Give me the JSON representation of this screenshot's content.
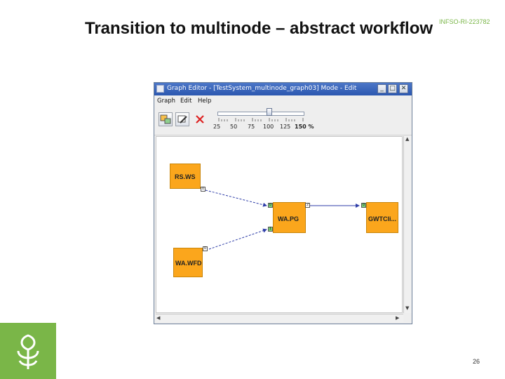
{
  "slide": {
    "title": "Transition to multinode – abstract workflow",
    "project_id": "INFSO-RI-223782",
    "page_number": "26"
  },
  "window": {
    "title": "Graph Editor - [TestSystem_multinode_graph03]  Mode - Edit",
    "minimize_label": "_",
    "maximize_label": "□",
    "close_label": "✕"
  },
  "menu": {
    "items": [
      "Graph",
      "Edit",
      "Help"
    ]
  },
  "toolbar": {
    "zoom": {
      "labels": [
        "25",
        "50",
        "75",
        "100",
        "125",
        "150 %"
      ],
      "value_percent": 100
    }
  },
  "graph": {
    "nodes": [
      {
        "name": "RS.WS",
        "color": "#fba61c"
      },
      {
        "name": "WA.PG",
        "color": "#fba61c"
      },
      {
        "name": "GWTCli...",
        "color": "#fba61c"
      },
      {
        "name": "WA.WFD",
        "color": "#fba61c"
      }
    ],
    "ports": {
      "rsws_out": "0",
      "wapg_in_top": "0",
      "wapg_in_bottom": "1",
      "wapg_out": "2",
      "gwt_in": "0",
      "wawfd_out": "0"
    },
    "edge_color": "#2f3ea8"
  },
  "colors": {
    "accent_green": "#7ab648",
    "titlebar_blue": "#2b57b0",
    "node_orange": "#fba61c"
  }
}
